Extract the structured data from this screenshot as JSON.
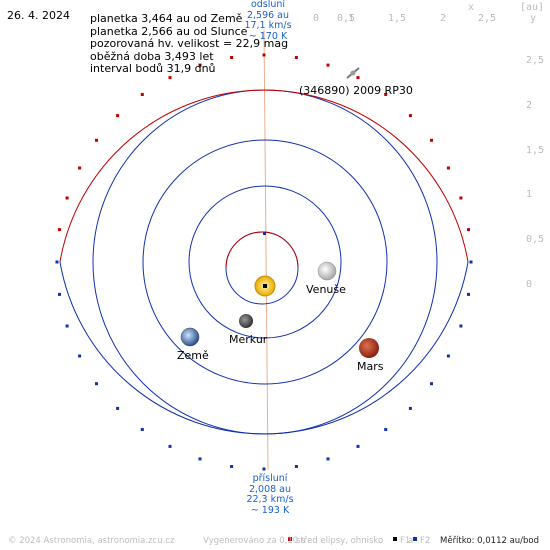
{
  "date": "26. 4. 2024",
  "info_lines": [
    "planetka 3,464 au od Země",
    "planetka 2,566 au od Slunce",
    "pozorovaná hv. velikost = 22,9 mag",
    "oběžná doba 3,493 let",
    "interval bodů 31,9 dnů"
  ],
  "aphelion": {
    "name": "odsluní",
    "dist": "2,596 au",
    "speed": "17,1 km/s",
    "temp": "~ 170 K"
  },
  "perihelion": {
    "name": "přísluní",
    "dist": "2,008 au",
    "speed": "22,3 km/s",
    "temp": "~ 193 K"
  },
  "scale_unit": "[au]",
  "scale_x_labels": [
    "0",
    "0,5",
    "1",
    "1,5",
    "2",
    "2,5"
  ],
  "scale_y_labels": [
    "2,5",
    "2",
    "1,5",
    "1",
    "0,5",
    "0"
  ],
  "axis_x_name": "x",
  "axis_y_name": "y",
  "asteroid_label": "(346890) 2009 RP30",
  "planets": {
    "venus": "Venuše",
    "earth": "Země",
    "mercury": "Merkur",
    "mars": "Mars"
  },
  "footer": {
    "copyright": "© 2024 Astronomia, astronomia.zcu.cz",
    "generated": "Vygenerováno za 0,10 s",
    "legend_center": "střed elipsy, ohnisko",
    "legend_f1": "F1",
    "legend_a": "a",
    "legend_f2": "F2",
    "scale_text": "Měřítko: 0,0112 au/bod"
  },
  "colors": {
    "earth_orbit": "#1030b0",
    "inner_orbit": "#c00000",
    "asteroid_orbit": "#c00000",
    "asteroid_lower_orbit": "#1030b0",
    "apsis_line": "#e8b090",
    "label_blue": "#1a5fd0",
    "sun": "#f3c200"
  },
  "icons": [
    "sun-icon",
    "venus-icon",
    "earth-icon",
    "mercury-icon",
    "mars-icon",
    "asteroid-icon"
  ]
}
